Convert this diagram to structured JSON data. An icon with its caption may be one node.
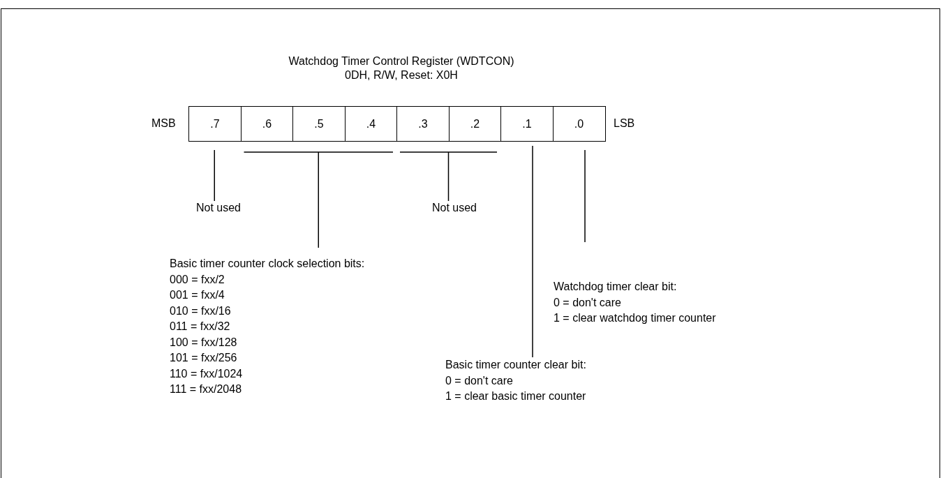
{
  "diagram": {
    "title": "Watchdog Timer Control Register (WDTCON)",
    "nodes": [
      {
        "text": [
          ".7"
        ]
      },
      {
        "text": [
          ".6"
        ]
      },
      {
        "text": [
          ".5"
        ]
      },
      {
        "text": [
          ".4"
        ]
      },
      {
        "text": [
          ".3"
        ]
      },
      {
        "text": [
          ".2"
        ]
      },
      {
        "text": [
          ".1"
        ]
      },
      {
        "text": [
          ".0"
        ]
      },
      {
        "text": [
          "Not used"
        ]
      },
      {
        "text": [
          "Not used"
        ]
      },
      {
        "text": [
          "Basic timer counter clock selection bits:",
          "000 = fxx/2",
          "001 = fxx/4",
          "010 = fxx/16",
          "011 = fxx/32",
          "100 = fxx/128",
          "101 = fxx/256",
          "110 = fxx/1024",
          "111 = fxx/2048"
        ]
      },
      {
        "text": [
          "Watchdog timer clear bit:",
          "0 = don't care",
          "1 = clear watchdog timer counter"
        ]
      },
      {
        "text": [
          "Basic timer counter clear bit:",
          "0 = don't care",
          "1 = clear basic timer counter"
        ]
      }
    ],
    "edges": [
      {
        "from": 8,
        "to": 0,
        "arrow": "none"
      },
      {
        "from": 10,
        "to": 1,
        "arrow": "none"
      },
      {
        "from": 10,
        "to": 2,
        "arrow": "none"
      },
      {
        "from": 10,
        "to": 3,
        "arrow": "none"
      },
      {
        "from": 9,
        "to": 4,
        "arrow": "none"
      },
      {
        "from": 9,
        "to": 5,
        "arrow": "none"
      },
      {
        "from": 12,
        "to": 6,
        "arrow": "none"
      },
      {
        "from": 11,
        "to": 7,
        "arrow": "none"
      }
    ],
    "labels": [
      "0DH, R/W, Reset: X0H",
      "MSB",
      "LSB"
    ]
  }
}
